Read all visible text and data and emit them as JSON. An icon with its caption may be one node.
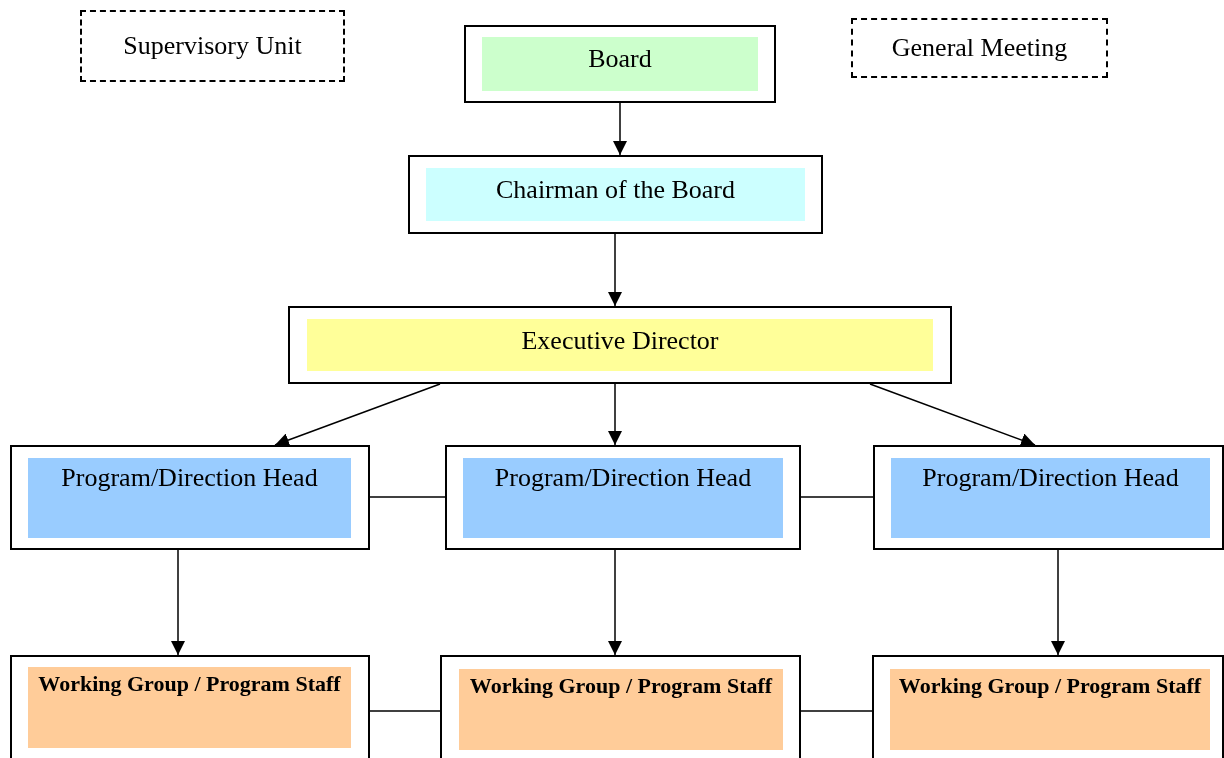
{
  "diagram": {
    "nodes": [
      {
        "text": [
          "Supervisory Unit"
        ]
      },
      {
        "text": [
          "General Meeting"
        ]
      },
      {
        "text": [
          "Board"
        ]
      },
      {
        "text": [
          "Chairman of the Board"
        ]
      },
      {
        "text": [
          "Executive Director"
        ]
      },
      {
        "text": [
          "Program/Direction Head"
        ]
      },
      {
        "text": [
          "Program/Direction Head"
        ]
      },
      {
        "text": [
          "Program/Direction Head"
        ]
      },
      {
        "text": [
          "Working Group / Program Staff"
        ]
      },
      {
        "text": [
          "Working Group / Program Staff"
        ]
      },
      {
        "text": [
          "Working Group / Program Staff"
        ]
      }
    ],
    "edges": [
      {
        "from": 2,
        "to": 3,
        "arrow": "to"
      },
      {
        "from": 3,
        "to": 4,
        "arrow": "to"
      },
      {
        "from": 4,
        "to": 5,
        "arrow": "to"
      },
      {
        "from": 4,
        "to": 6,
        "arrow": "to"
      },
      {
        "from": 4,
        "to": 7,
        "arrow": "to"
      },
      {
        "from": 5,
        "to": 6,
        "arrow": "none"
      },
      {
        "from": 6,
        "to": 7,
        "arrow": "none"
      },
      {
        "from": 5,
        "to": 8,
        "arrow": "to"
      },
      {
        "from": 6,
        "to": 9,
        "arrow": "to"
      },
      {
        "from": 7,
        "to": 10,
        "arrow": "to"
      },
      {
        "from": 8,
        "to": 9,
        "arrow": "none"
      },
      {
        "from": 9,
        "to": 10,
        "arrow": "none"
      }
    ]
  }
}
